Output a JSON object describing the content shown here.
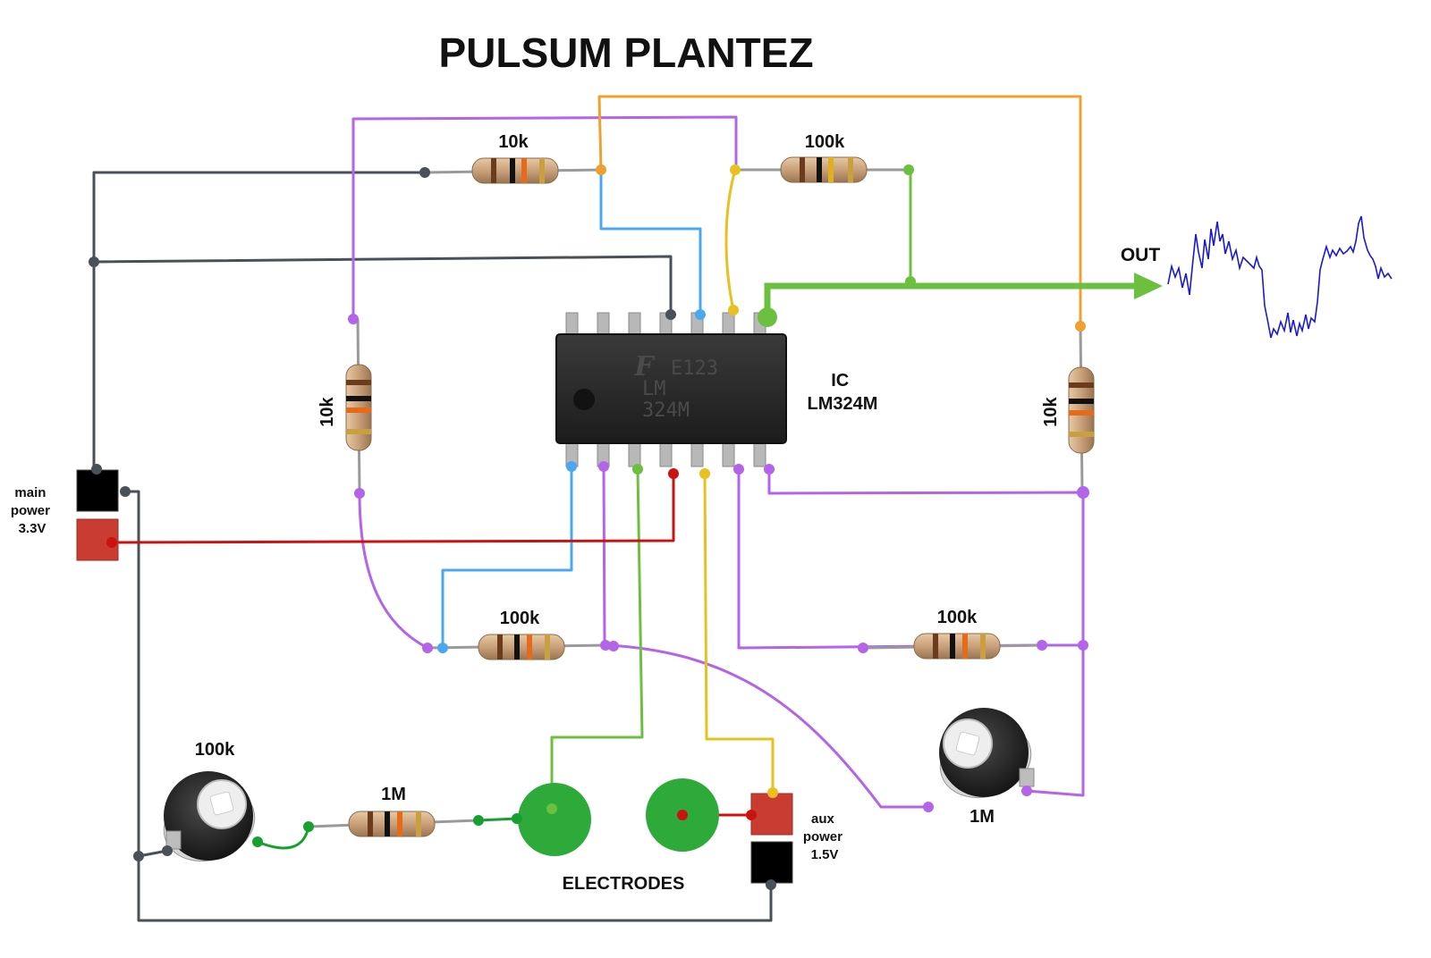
{
  "title": "PULSUM PLANTEZ",
  "labels": {
    "r_top_left": "10k",
    "r_top_right": "100k",
    "r_left_vertical": "10k",
    "r_right_vertical": "10k",
    "r_bottom_left": "100k",
    "r_bottom_right": "100k",
    "pot_left": "100k",
    "r_electrode": "1M",
    "pot_right": "1M",
    "ic_line1": "IC",
    "ic_line2": "LM324M",
    "out": "OUT",
    "electrodes": "ELECTRODES",
    "main_power": [
      "main",
      "power",
      "3.3V"
    ],
    "aux_power": [
      "aux",
      "power",
      "1.5V"
    ]
  },
  "chip_marking": [
    "E123",
    "LM",
    "324M"
  ],
  "colors": {
    "gray_wire": "#4a5058",
    "purple_wire": "#b364e8",
    "orange_wire": "#f0a030",
    "blue_wire": "#4aa8f0",
    "yellow_wire": "#e8c020",
    "green_wire": "#6cc040",
    "red_wire": "#cc1111",
    "dark_green_wire": "#16a030",
    "electrode_green": "#2eaa3a",
    "signal_blue": "#1a1ad0",
    "chip_body": "#2a2a2a"
  }
}
